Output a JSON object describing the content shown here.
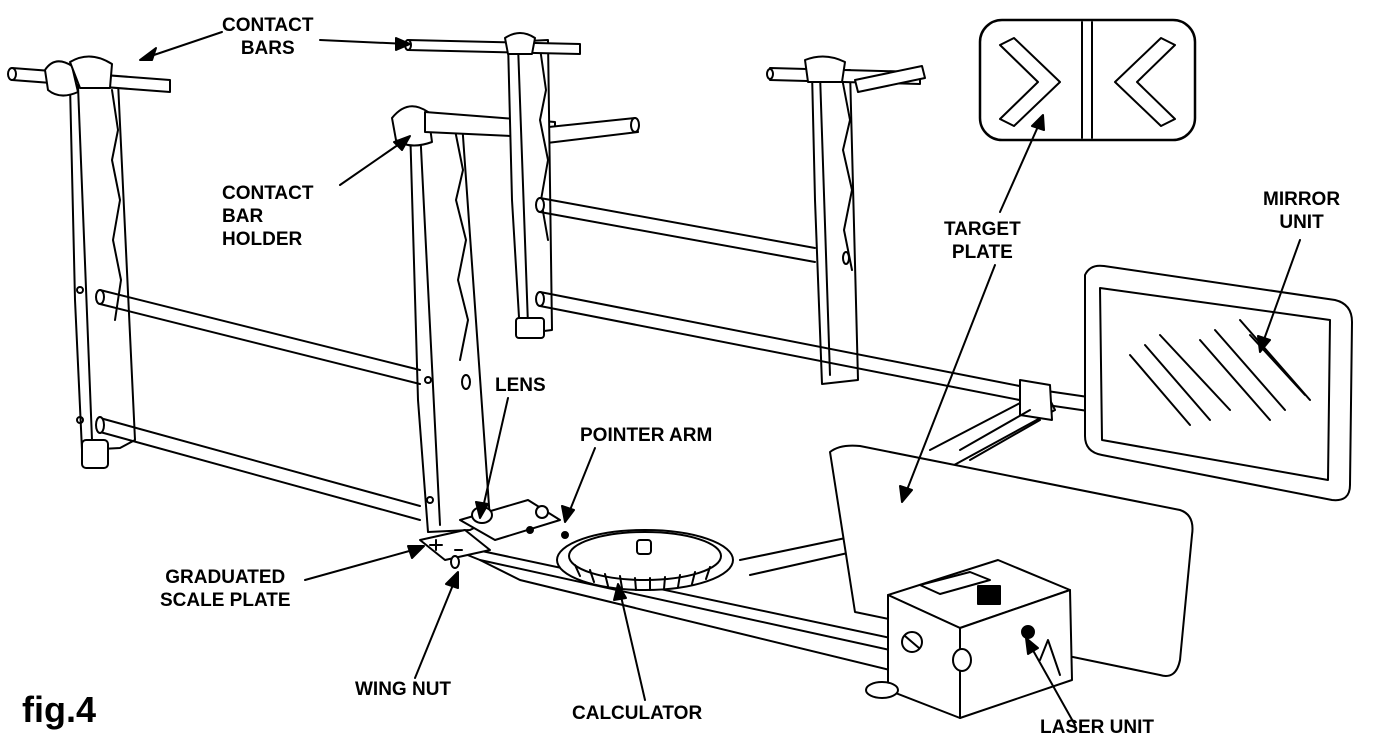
{
  "figure_label": "fig.4",
  "labels": {
    "contact_bars": [
      "CONTACT",
      "BARS"
    ],
    "contact_bar_holder": [
      "CONTACT",
      "BAR",
      "HOLDER"
    ],
    "lens": "LENS",
    "pointer_arm": "POINTER ARM",
    "graduated_scale_plate": [
      "GRADUATED",
      "SCALE PLATE"
    ],
    "wing_nut": "WING NUT",
    "calculator": "CALCULATOR",
    "target_plate": [
      "TARGET",
      "PLATE"
    ],
    "mirror_unit": [
      "MIRROR",
      "UNIT"
    ],
    "laser_unit": "LASER UNIT"
  },
  "colors": {
    "ink": "#000000",
    "paper": "#ffffff"
  }
}
